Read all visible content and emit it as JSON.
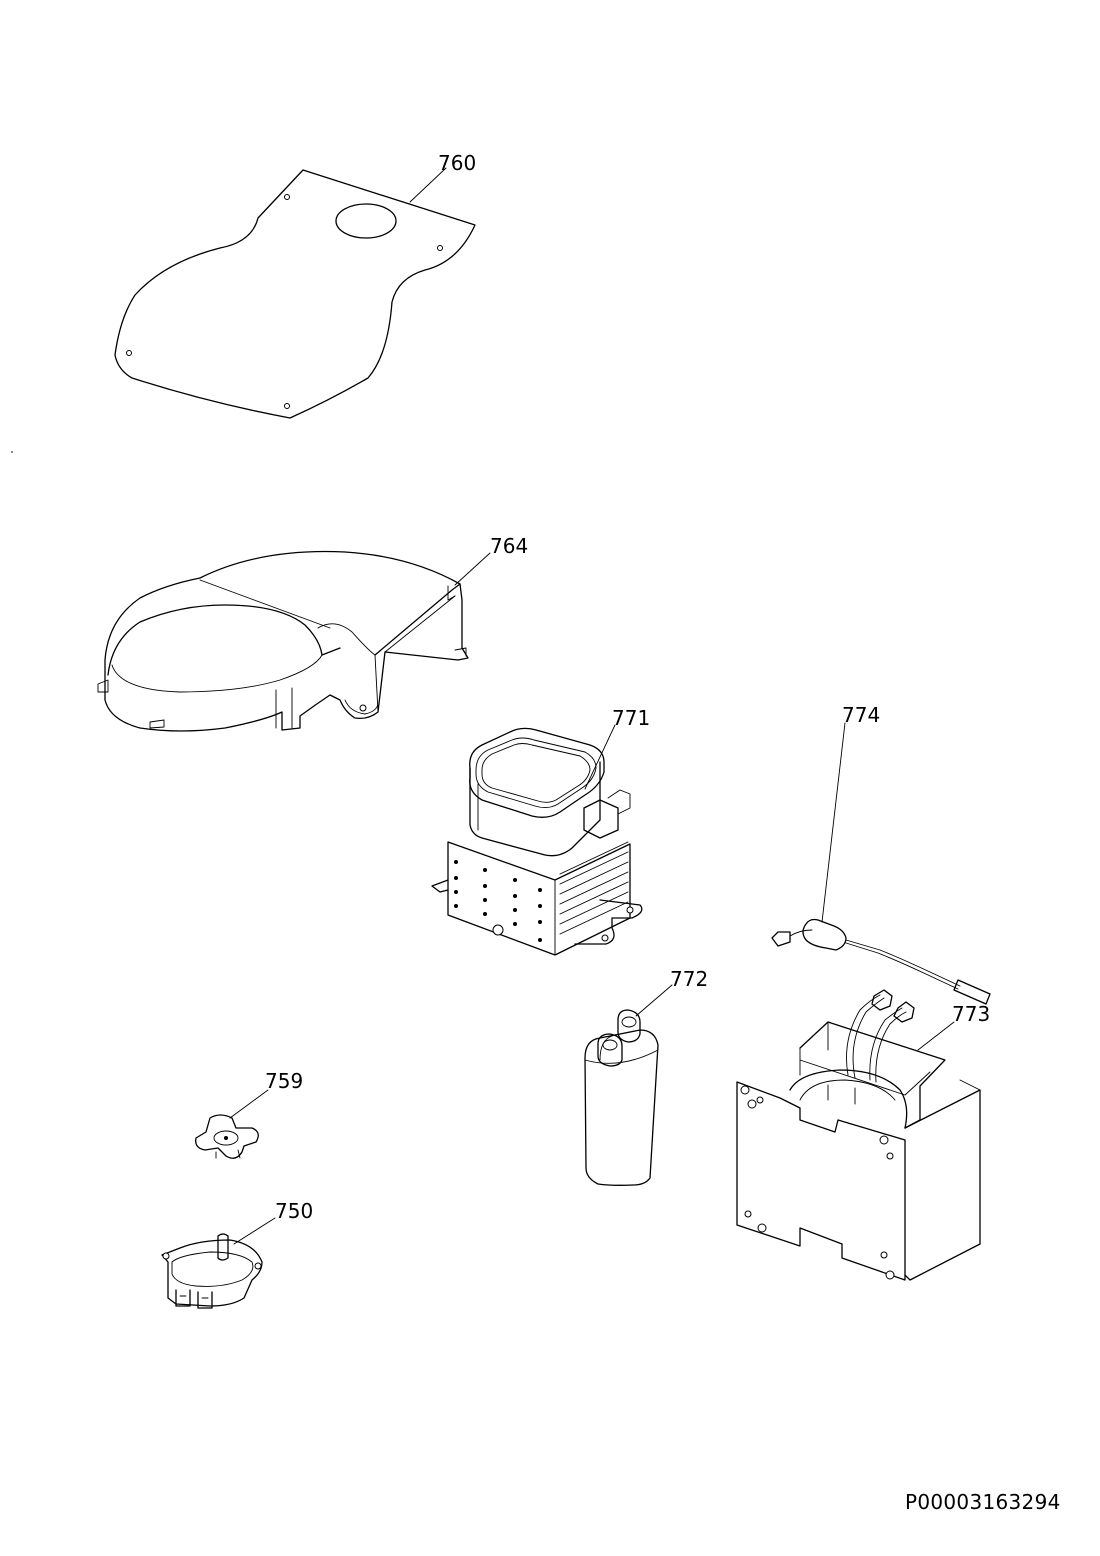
{
  "parts": [
    {
      "number": "760",
      "icon": "insulation-sheet-icon"
    },
    {
      "number": "764",
      "icon": "air-duct-cover-icon"
    },
    {
      "number": "771",
      "icon": "magnetron-icon"
    },
    {
      "number": "774",
      "icon": "hv-fuse-wire-icon"
    },
    {
      "number": "772",
      "icon": "hv-capacitor-icon"
    },
    {
      "number": "773",
      "icon": "hv-transformer-icon"
    },
    {
      "number": "759",
      "icon": "turntable-coupler-icon"
    },
    {
      "number": "750",
      "icon": "turntable-motor-icon"
    }
  ],
  "document_id": "P00003163294"
}
